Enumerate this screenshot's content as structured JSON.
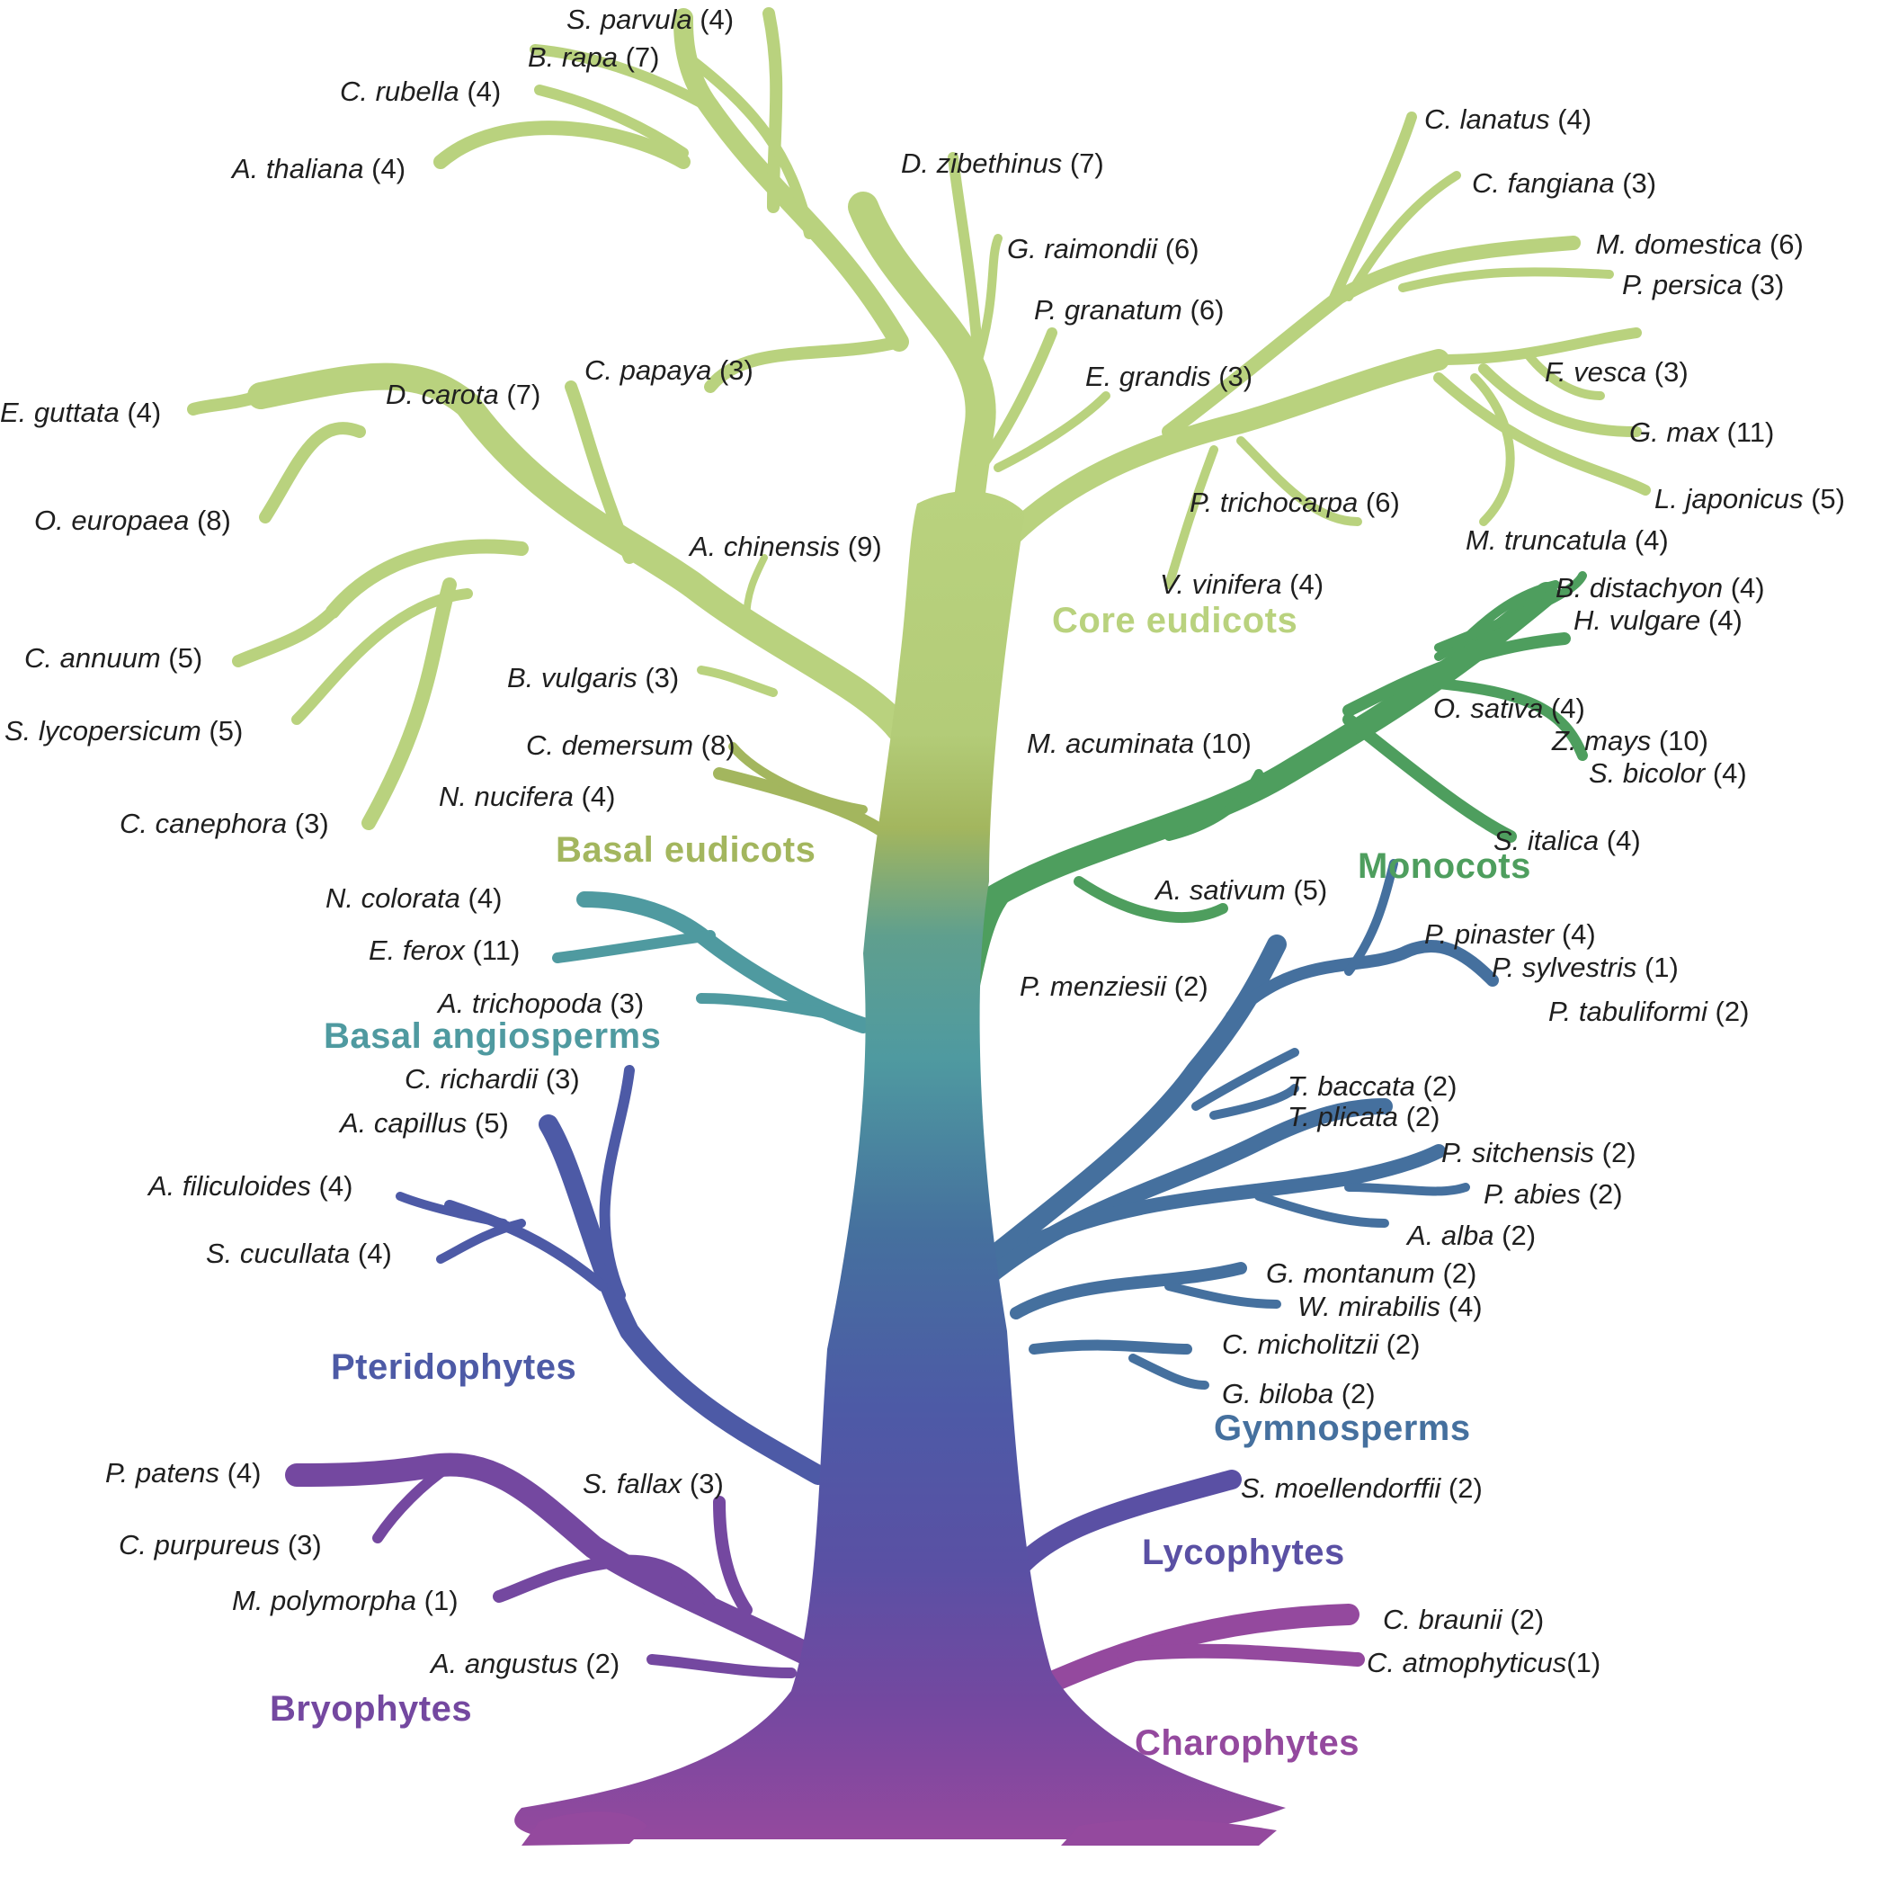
{
  "colors": {
    "core": "#b9d27e",
    "basal_eudicot": "#a3b65e",
    "monocot": "#4e9e5e",
    "basal_angio": "#4f9aa0",
    "gymno": "#45709e",
    "pterido": "#4d5aa6",
    "lyco": "#5a50a4",
    "bryo": "#7448a0",
    "charo": "#94499e"
  },
  "groups": {
    "core_eudicots": "Core eudicots",
    "basal_eudicots": "Basal eudicots",
    "monocots": "Monocots",
    "basal_angiosperms": "Basal angiosperms",
    "pteridophytes": "Pteridophytes",
    "gymnosperms": "Gymnosperms",
    "lycophytes": "Lycophytes",
    "bryophytes": "Bryophytes",
    "charophytes": "Charophytes"
  },
  "species": [
    {
      "name": "S. parvula",
      "count": "(4)"
    },
    {
      "name": "B. rapa",
      "count": "(7)"
    },
    {
      "name": "C. rubella",
      "count": "(4)"
    },
    {
      "name": "A. thaliana",
      "count": "(4)"
    },
    {
      "name": "D. zibethinus",
      "count": "(7)"
    },
    {
      "name": "G. raimondii",
      "count": "(6)"
    },
    {
      "name": "P. granatum",
      "count": "(6)"
    },
    {
      "name": "C. papaya",
      "count": "(3)"
    },
    {
      "name": "E. grandis",
      "count": "(3)"
    },
    {
      "name": "D. carota",
      "count": "(7)"
    },
    {
      "name": "E. guttata",
      "count": "(4)"
    },
    {
      "name": "O. europaea",
      "count": "(8)"
    },
    {
      "name": "A. chinensis",
      "count": "(9)"
    },
    {
      "name": "C. annuum",
      "count": "(5)"
    },
    {
      "name": "B. vulgaris",
      "count": "(3)"
    },
    {
      "name": "S. lycopersicum",
      "count": "(5)"
    },
    {
      "name": "C. demersum",
      "count": "(8)"
    },
    {
      "name": "N. nucifera",
      "count": "(4)"
    },
    {
      "name": "C. canephora",
      "count": "(3)"
    },
    {
      "name": "C. lanatus",
      "count": "(4)"
    },
    {
      "name": "C. fangiana",
      "count": "(3)"
    },
    {
      "name": "M. domestica",
      "count": "(6)"
    },
    {
      "name": "P. persica",
      "count": "(3)"
    },
    {
      "name": "F. vesca",
      "count": "(3)"
    },
    {
      "name": "G. max",
      "count": "(11)"
    },
    {
      "name": "L. japonicus",
      "count": "(5)"
    },
    {
      "name": "P. trichocarpa",
      "count": "(6)"
    },
    {
      "name": "M. truncatula",
      "count": "(4)"
    },
    {
      "name": "V. vinifera",
      "count": "(4)"
    },
    {
      "name": "B. distachyon",
      "count": "(4)"
    },
    {
      "name": "H. vulgare",
      "count": "(4)"
    },
    {
      "name": "O. sativa",
      "count": "(4)"
    },
    {
      "name": "Z. mays",
      "count": "(10)"
    },
    {
      "name": "S. bicolor",
      "count": "(4)"
    },
    {
      "name": "M. acuminata",
      "count": "(10)"
    },
    {
      "name": "S. italica",
      "count": "(4)"
    },
    {
      "name": "A. sativum",
      "count": "(5)"
    },
    {
      "name": "N. colorata",
      "count": "(4)"
    },
    {
      "name": "E. ferox",
      "count": "(11)"
    },
    {
      "name": "A. trichopoda",
      "count": "(3)"
    },
    {
      "name": "P. pinaster",
      "count": "(4)"
    },
    {
      "name": "P. sylvestris",
      "count": "(1)"
    },
    {
      "name": "P. menziesii",
      "count": "(2)"
    },
    {
      "name": "P. tabuliformi",
      "count": "(2)"
    },
    {
      "name": "C. richardii",
      "count": "(3)"
    },
    {
      "name": "A. capillus",
      "count": "(5)"
    },
    {
      "name": "T. baccata",
      "count": "(2)"
    },
    {
      "name": "T. plicata",
      "count": "(2)"
    },
    {
      "name": "P. sitchensis",
      "count": "(2)"
    },
    {
      "name": "A. filiculoides",
      "count": "(4)"
    },
    {
      "name": "P. abies",
      "count": "(2)"
    },
    {
      "name": "A. alba",
      "count": "(2)"
    },
    {
      "name": "S. cucullata",
      "count": "(4)"
    },
    {
      "name": "G. montanum",
      "count": "(2)"
    },
    {
      "name": "W. mirabilis",
      "count": "(4)"
    },
    {
      "name": "C. micholitzii",
      "count": "(2)"
    },
    {
      "name": "G. biloba",
      "count": "(2)"
    },
    {
      "name": "P. patens",
      "count": "(4)"
    },
    {
      "name": "S. fallax",
      "count": "(3)"
    },
    {
      "name": "S. moellendorffii",
      "count": "(2)"
    },
    {
      "name": "C. purpureus",
      "count": "(3)"
    },
    {
      "name": "M. polymorpha",
      "count": "(1)"
    },
    {
      "name": "C. braunii",
      "count": "(2)"
    },
    {
      "name": "A. angustus",
      "count": "(2)"
    },
    {
      "name": "C. atmophyticus",
      "count": "(1)"
    }
  ]
}
